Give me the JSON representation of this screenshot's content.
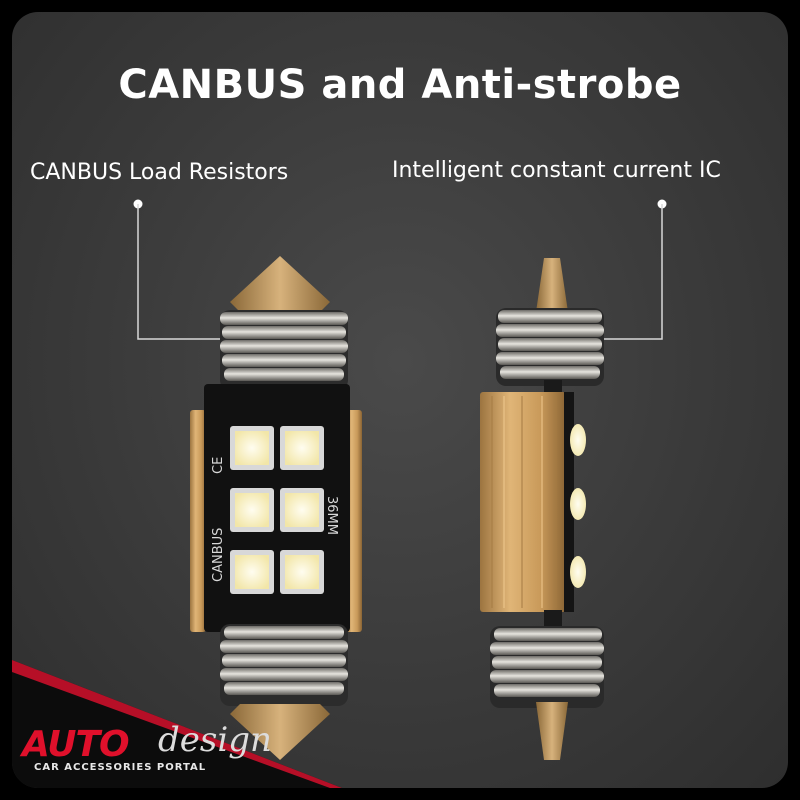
{
  "title": "CANBUS and Anti-strobe",
  "callouts": {
    "left": "CANBUS Load Resistors",
    "right": "Intelligent constant current IC"
  },
  "pcb": {
    "brand": "CANBUS",
    "cert": "CE",
    "size": "36MM"
  },
  "logo": {
    "word": "AUTO",
    "script": "design",
    "tagline": "CAR ACCESSORIES PORTAL"
  },
  "colors": {
    "background": "#3a3a3a",
    "accent": "#e0102b",
    "led": "#f5f0d0",
    "copper": "#c89a5c"
  }
}
